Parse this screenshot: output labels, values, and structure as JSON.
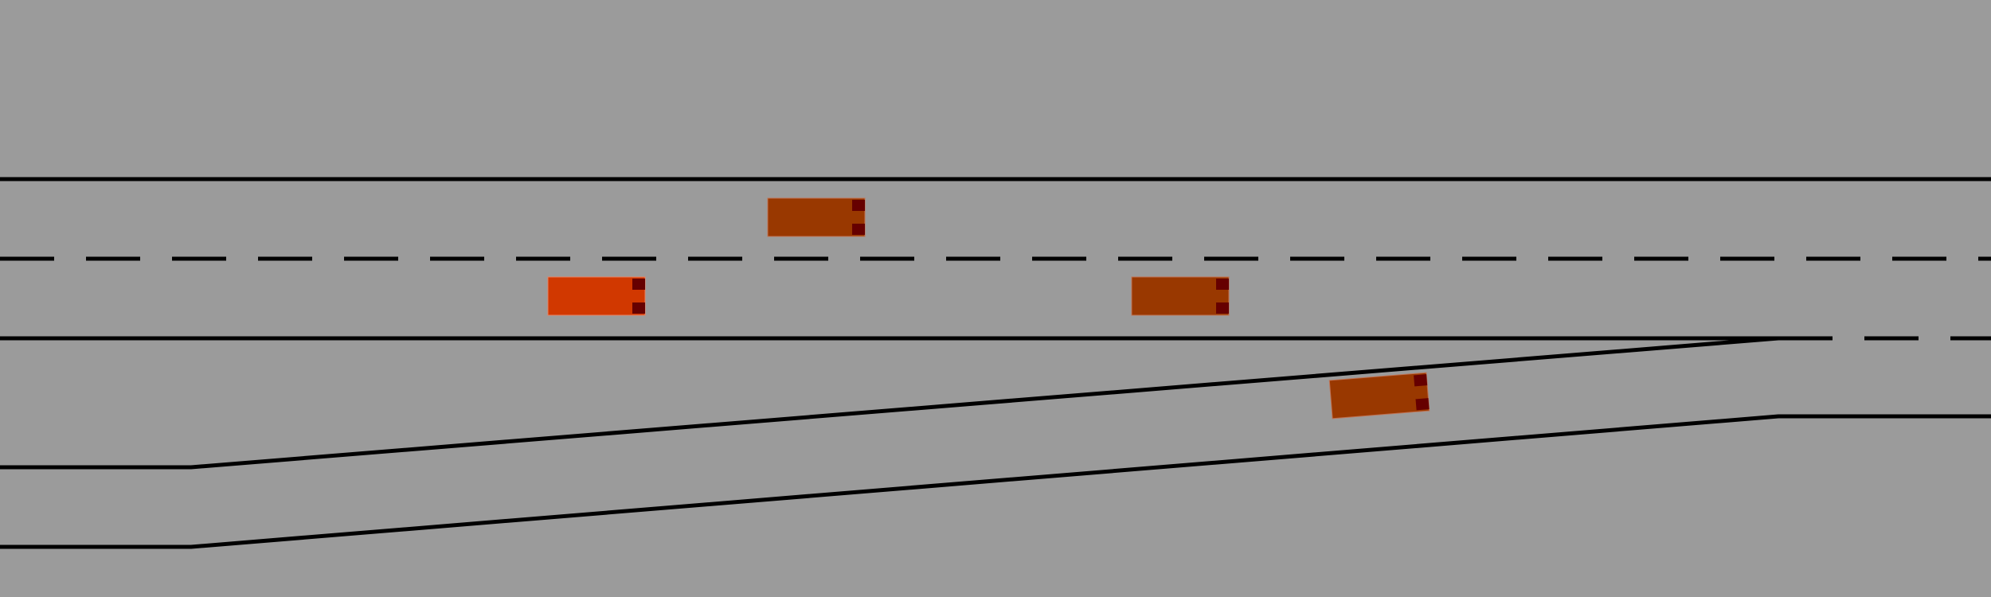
{
  "scene": {
    "type": "highway-merge-simulation",
    "background_color": "#9b9b9b",
    "line_color": "#000000",
    "lanes": {
      "main_road_lane_count": 2,
      "on_ramp_lane_count": 1,
      "ramp_side": "bottom",
      "merge_direction": "left-to-right"
    },
    "vehicles": [
      {
        "id": "ego",
        "role": "ego-vehicle",
        "lane": "main-right",
        "heading": "right",
        "body_color": "#d13800"
      },
      {
        "id": "car-1",
        "role": "other-vehicle",
        "lane": "main-left",
        "heading": "right",
        "body_color": "#993800"
      },
      {
        "id": "car-2",
        "role": "other-vehicle",
        "lane": "main-right",
        "heading": "right",
        "body_color": "#993800"
      },
      {
        "id": "car-3",
        "role": "other-vehicle",
        "lane": "on-ramp",
        "heading": "right",
        "body_color": "#993800"
      }
    ],
    "tail_light_color": "#660000"
  }
}
